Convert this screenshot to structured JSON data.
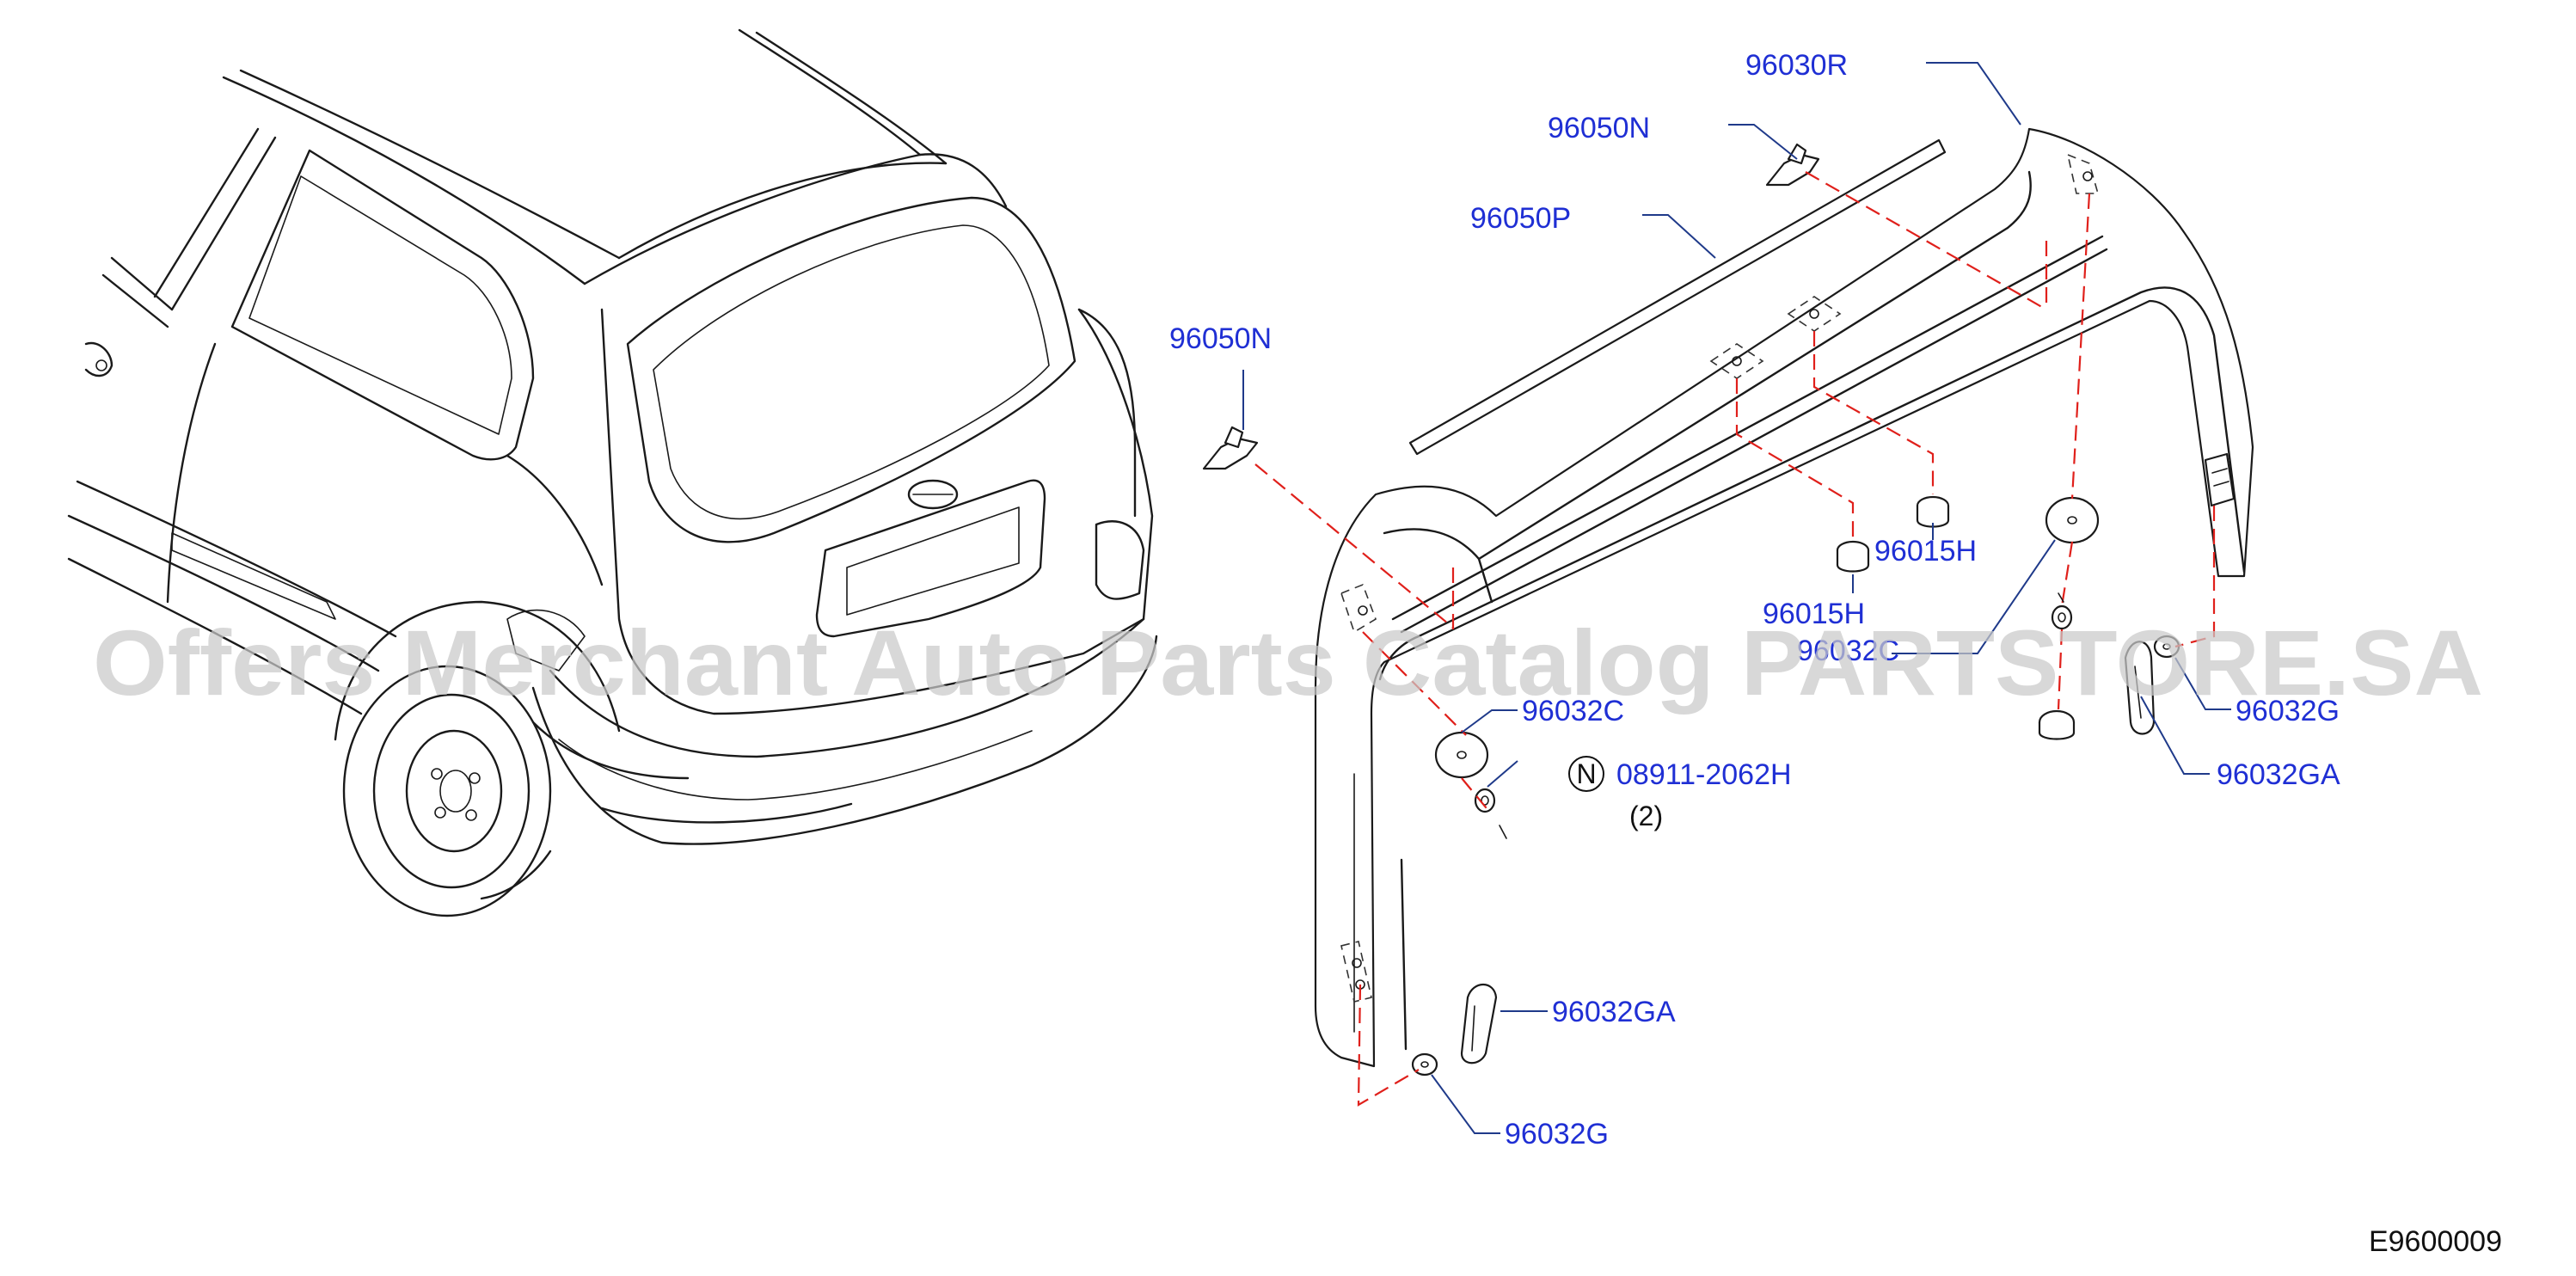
{
  "watermark": "Offers Merchant Auto Parts Catalog PARTSTORE.SA",
  "diagram_code": "E9600009",
  "labels": {
    "p96030R": "96030R",
    "p96050N_top": "96050N",
    "p96050P": "96050P",
    "p96050N_left": "96050N",
    "p96015H_right": "96015H",
    "p96015H_left": "96015H",
    "p96032C_right": "96032C",
    "p96032C_left": "96032C",
    "p96032G_right": "96032G",
    "p96032GA_right": "96032GA",
    "p96032GA_left": "96032GA",
    "p96032G_left": "96032G",
    "bolt": "08911-2062H",
    "bolt_qty": "(2)",
    "bolt_marker": "N"
  },
  "colors": {
    "label": "#1f2fd4",
    "leader": "#1f3a8a",
    "dash": "#e0201b",
    "line": "#1a1a1a"
  }
}
